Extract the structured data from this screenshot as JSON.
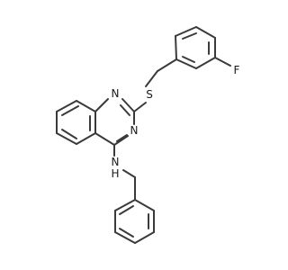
{
  "atoms": {
    "fluorine": "F",
    "sulfur": "S",
    "nitrogen_top": "N",
    "nitrogen_right": "N",
    "amine_n": "N",
    "amine_h": "H"
  }
}
